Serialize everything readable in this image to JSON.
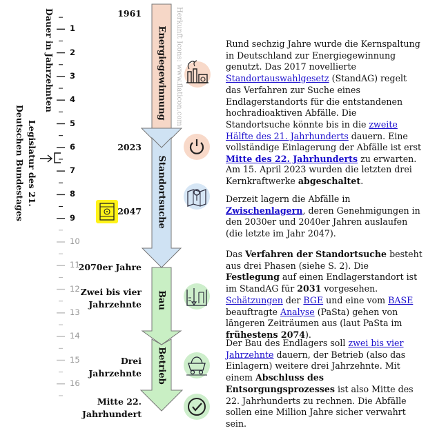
{
  "axis": {
    "title": "Dauer in Jahrzehnten",
    "ticks": [
      "1",
      "2",
      "3",
      "4",
      "5",
      "6",
      "7",
      "8",
      "9",
      "10",
      "11",
      "12",
      "13",
      "14",
      "15",
      "16"
    ],
    "legislatur_label_line1": "Legislatur des 21.",
    "legislatur_label_line2": "Deutschen Bundestages"
  },
  "credit": "Herkunft Icons: www.flaticon.com",
  "phases": [
    {
      "label": "Energiegewinnung",
      "color": "#f6d7c7"
    },
    {
      "label": "Standortsuche",
      "color": "#cfe2f3"
    },
    {
      "label": "Bau",
      "color": "#c9efc4"
    },
    {
      "label": "Betrieb",
      "color": "#c9efc4"
    }
  ],
  "left_labels": {
    "y1961": "1961",
    "y2023": "2023",
    "y2047": "2047",
    "y2070": "2070er Jahre",
    "bau_line1": "Zwei bis vier",
    "bau_line2": "Jahrzehnte",
    "betrieb_line1": "Drei",
    "betrieb_line2": "Jahrzehnte",
    "end_line1": "Mitte 22.",
    "end_line2": "Jahrhundert"
  },
  "icons": [
    "nuclear-plant-icon",
    "power-off-icon",
    "map-icon",
    "radioactive-waste-icon",
    "construction-icon",
    "mining-cart-icon",
    "check-circle-icon"
  ],
  "text": {
    "p1_a": "Rund sechzig Jahre wurde die Kernspaltung in Deutschland zur Energiegewinnung genutzt. Das 2017 novellierte ",
    "p1_link1": "Standortauswahlgesetz",
    "p1_b": " (StandAG) regelt das Verfahren zur Suche eines Endlagerstandorts für die entstandenen hochradioaktiven Abfälle. Die Standortsuche könnte bis in die ",
    "p1_link2": "zweite Hälfte des 21. Jahrhunderts",
    "p1_c": " dauern. Eine vollständige Einlagerung der Abfälle ist erst ",
    "p1_link3": "Mitte des 22. Jahrhunderts",
    "p1_d": " zu erwarten.",
    "p2_a": "Am 15. April 2023 wurden die letzten drei Kernkraftwerke ",
    "p2_b": "abgeschaltet",
    "p2_c": ".",
    "p3_a": "Derzeit lagern die Abfälle in ",
    "p3_link1": "Zwischenlagern",
    "p3_b": ", deren Genehmigungen in den 2030er und 2040er Jahren auslaufen (die letzte im Jahr 2047).",
    "p4_a": "Das ",
    "p4_b": "Verfahren der Standortsuche",
    "p4_c": " besteht aus drei Phasen (siehe S. 2). Die ",
    "p4_d": "Festlegung",
    "p4_e": " auf einen Endlagerstandort ist im StandAG für ",
    "p4_f": "2031",
    "p4_g": " vorgesehen. ",
    "p4_link1": "Schätzungen",
    "p4_h": " der ",
    "p4_link2": "BGE",
    "p4_i": " und eine vom ",
    "p4_link3": "BASE",
    "p4_j": " beauftragte ",
    "p4_link4": "Analyse",
    "p4_k": " (PaSta) gehen von längeren Zeiträumen aus (laut PaSta im ",
    "p4_l": "frühestens 2074",
    "p4_m": ").",
    "p5_a": "Der Bau des Endlagers soll ",
    "p5_link1": "zwei bis vier Jahrzehnte",
    "p5_b": " dauern, der Betrieb (also das Einlagern) weitere drei Jahrzehnte. Mit einem ",
    "p5_c": "Abschluss des Entsorgungsprozesses",
    "p5_d": " ist also Mitte des 22. Jahrhunderts zu rechnen. Die Abfälle sollen eine Million Jahre sicher verwahrt sein."
  },
  "colors": {
    "energy": "#f6d7c7",
    "search": "#cfe2f3",
    "build": "#c9efc4",
    "icon_orange": "#f8d9c9",
    "icon_blue": "#d6e6f5",
    "icon_green": "#cdeecb",
    "highlight": "#fff200"
  }
}
